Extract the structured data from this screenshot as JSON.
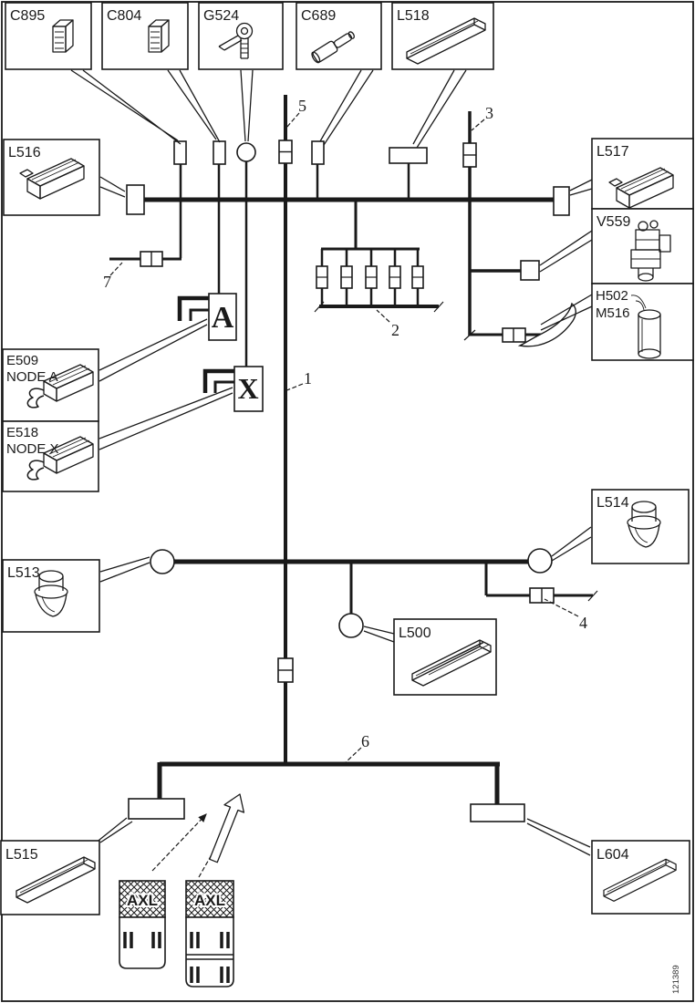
{
  "diagram_type": "wiring-harness-overview",
  "colors": {
    "ink": "#1a1a1a",
    "background": "#ffffff"
  },
  "callouts": {
    "c895": {
      "label": "C895",
      "icon": "connector-plug"
    },
    "c804": {
      "label": "C804",
      "icon": "connector-plug"
    },
    "g524": {
      "label": "G524",
      "icon": "ring-terminal-ground"
    },
    "c689": {
      "label": "C689",
      "icon": "inline-bullet-connector"
    },
    "l518": {
      "label": "L518",
      "icon": "lamp-strip"
    },
    "l516": {
      "label": "L516",
      "icon": "lamp-unit"
    },
    "l517": {
      "label": "L517",
      "icon": "lamp-unit"
    },
    "v559": {
      "label": "V559",
      "icon": "valve-assembly"
    },
    "h502": {
      "line1": "H502",
      "line2": "M516",
      "icon": "horn-cylinder"
    },
    "e509": {
      "line1": "E509",
      "line2": "NODE A",
      "icon": "control-unit-with-wire"
    },
    "e518": {
      "line1": "E518",
      "line2": "NODE X",
      "icon": "control-unit-with-wire"
    },
    "l513": {
      "label": "L513",
      "icon": "bulb-socket"
    },
    "l514": {
      "label": "L514",
      "icon": "bulb-socket"
    },
    "l500": {
      "label": "L500",
      "icon": "lamp-strip"
    },
    "l515": {
      "label": "L515",
      "icon": "lamp-strip"
    },
    "l604": {
      "label": "L604",
      "icon": "lamp-strip"
    }
  },
  "nodes": {
    "a": "A",
    "x": "X"
  },
  "wire_numbers": {
    "n1": "1",
    "n2": "2",
    "n3": "3",
    "n4": "4",
    "n5": "5",
    "n6": "6",
    "n7": "7"
  },
  "axle_icons": {
    "first": "AXL",
    "second": "AXL"
  },
  "watermark": "121389"
}
